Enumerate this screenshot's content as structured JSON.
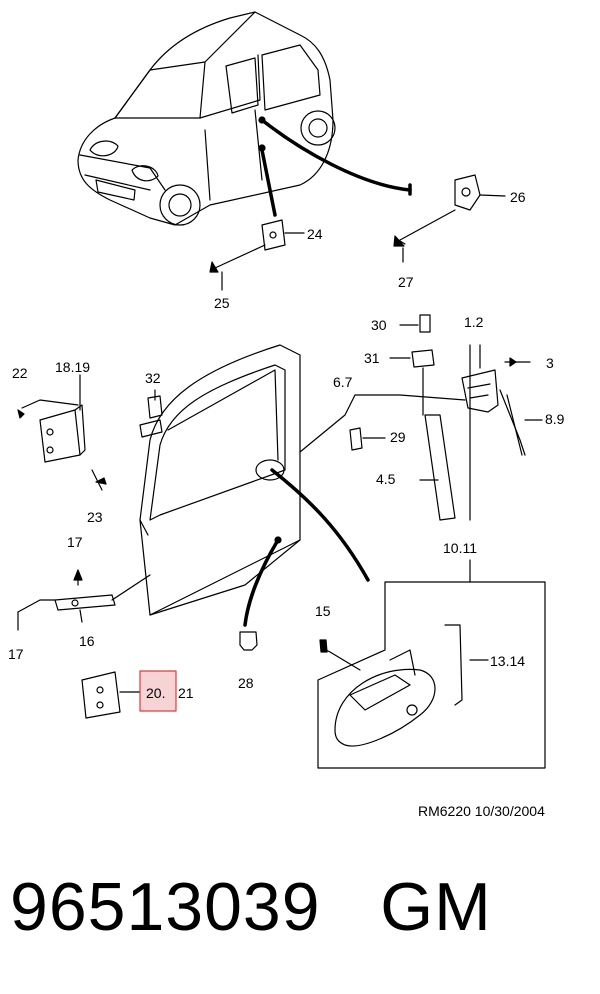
{
  "diagram": {
    "callouts": {
      "c26": "26",
      "c24": "24",
      "c25": "25",
      "c27": "27",
      "c30": "30",
      "c12": "1.2",
      "c31": "31",
      "c3": "3",
      "c22": "22",
      "c1819": "18.19",
      "c32": "32",
      "c67": "6.7",
      "c89": "8.9",
      "c29": "29",
      "c45": "4.5",
      "c23": "23",
      "c17a": "17",
      "c17b": "17",
      "c16": "16",
      "c1011": "10.11",
      "c15": "15",
      "c1314": "13.14",
      "c28": "28",
      "c20": "20.",
      "c21": "21"
    },
    "highlight_color": "#e23a3a",
    "highlight_fill": "#f6d4d6",
    "stamp": "RM6220  10/30/2004"
  },
  "footer": {
    "part_number_text": "96513039   GM"
  }
}
